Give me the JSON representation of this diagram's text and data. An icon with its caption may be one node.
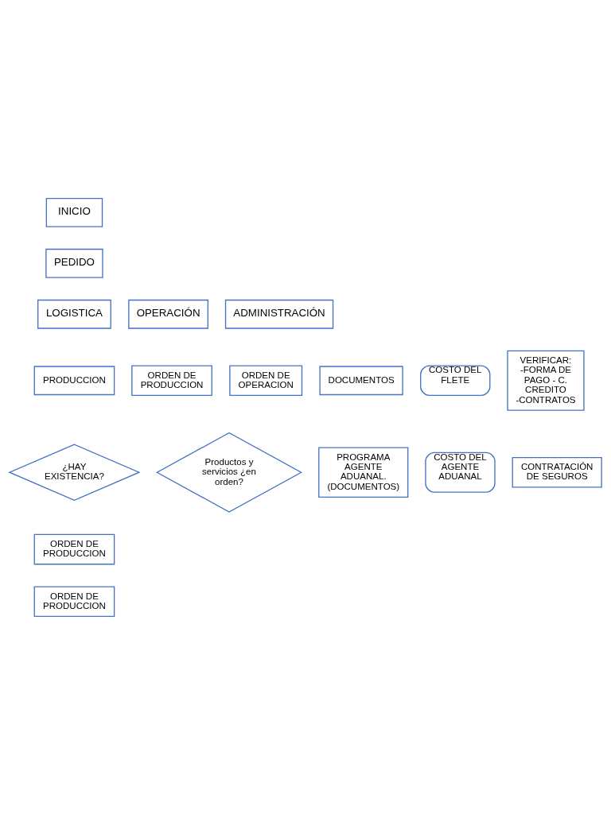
{
  "diagram": {
    "nodes": [
      {
        "text": [
          "INICIO"
        ]
      },
      {
        "text": [
          "PEDIDO"
        ]
      },
      {
        "text": [
          "LOGISTICA"
        ]
      },
      {
        "text": [
          "OPERACIÓN"
        ]
      },
      {
        "text": [
          "ADMINISTRACIÓN"
        ]
      },
      {
        "text": [
          "PRODUCCION"
        ]
      },
      {
        "text": [
          "ORDEN DE PRODUCCION"
        ]
      },
      {
        "text": [
          "ORDEN DE OPERACION"
        ]
      },
      {
        "text": [
          "DOCUMENTOS"
        ]
      },
      {
        "text": [
          "COSTO DEL FLETE"
        ]
      },
      {
        "text": [
          "VERIFICAR:",
          "-FORMA DE PAGO - C. CREDITO -CONTRATOS"
        ]
      },
      {
        "text": [
          "¿HAY EXISTENCIA?"
        ]
      },
      {
        "text": [
          "Productos y servicios ¿en orden?"
        ]
      },
      {
        "text": [
          "PROGRAMA AGENTE ADUANAL. (DOCUMENTOS)"
        ]
      },
      {
        "text": [
          "COSTO DEL AGENTE ADUANAL"
        ]
      },
      {
        "text": [
          "CONTRATACIÓN DE SEGUROS"
        ]
      },
      {
        "text": [
          "ORDEN DE PRODUCCION"
        ]
      },
      {
        "text": [
          "ORDEN DE PRODUCCION"
        ]
      }
    ],
    "edges": []
  }
}
